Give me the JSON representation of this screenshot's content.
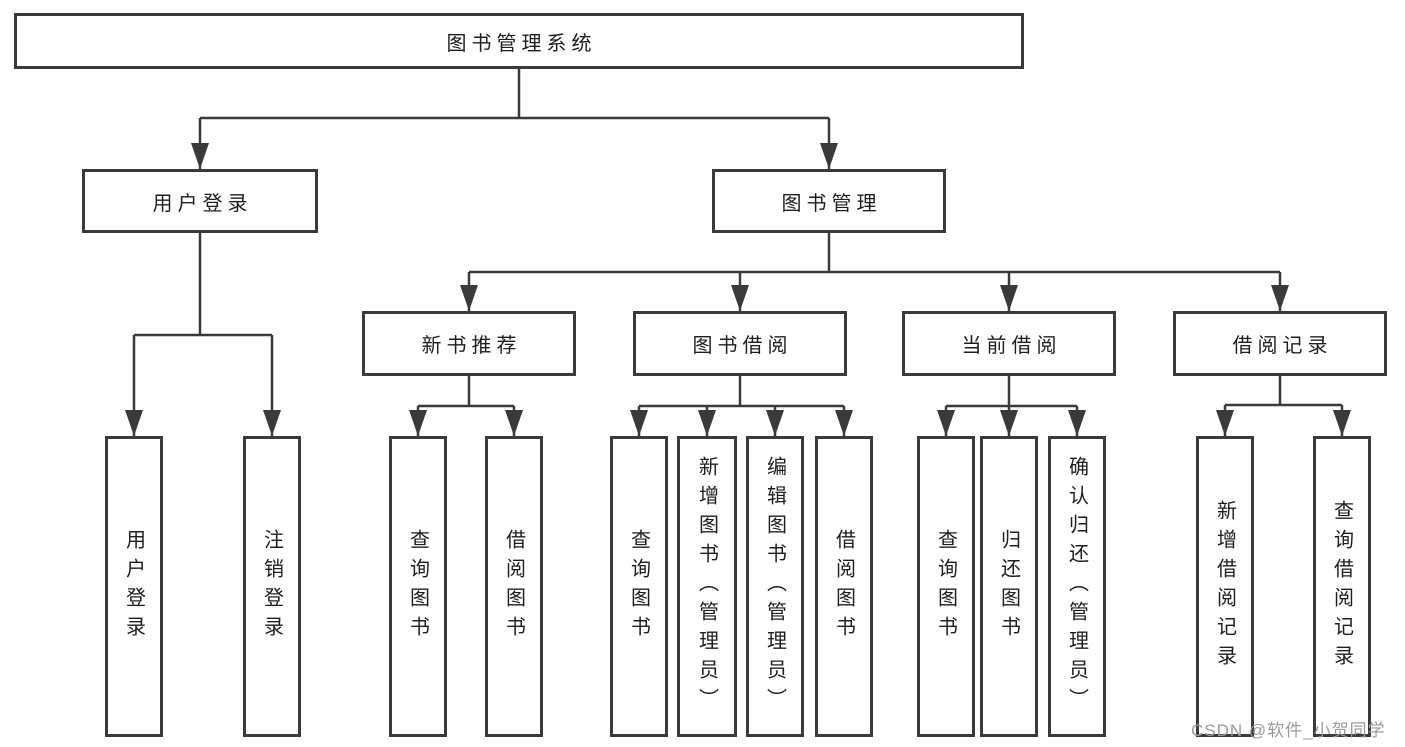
{
  "colors": {
    "line": "#3a3a3a",
    "text": "#1e1e1e",
    "watermark": "#9b9b9b",
    "background": "#ffffff"
  },
  "watermark": {
    "text": "CSDN @软件_小贺同学"
  },
  "tree": {
    "label": "图书管理系统",
    "children": [
      {
        "label": "用户登录",
        "children": [
          {
            "label": "用户登录"
          },
          {
            "label": "注销登录"
          }
        ]
      },
      {
        "label": "图书管理",
        "children": [
          {
            "label": "新书推荐",
            "children": [
              {
                "label": "查询图书"
              },
              {
                "label": "借阅图书"
              }
            ]
          },
          {
            "label": "图书借阅",
            "children": [
              {
                "label": "查询图书"
              },
              {
                "label": "新增图书（管理员）"
              },
              {
                "label": "编辑图书（管理员）"
              },
              {
                "label": "借阅图书"
              }
            ]
          },
          {
            "label": "当前借阅",
            "children": [
              {
                "label": "查询图书"
              },
              {
                "label": "归还图书"
              },
              {
                "label": "确认归还（管理员）"
              }
            ]
          },
          {
            "label": "借阅记录",
            "children": [
              {
                "label": "新增借阅记录"
              },
              {
                "label": "查询借阅记录"
              }
            ]
          }
        ]
      }
    ]
  }
}
